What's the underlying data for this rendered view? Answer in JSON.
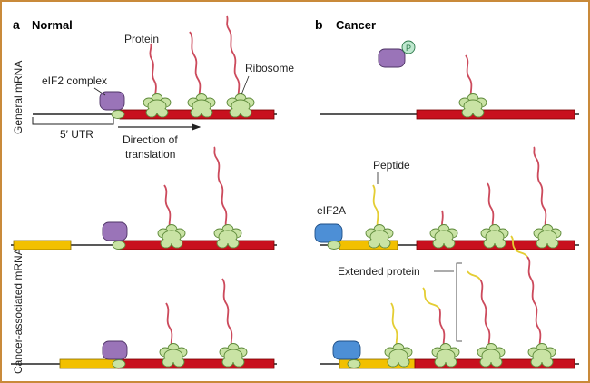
{
  "panels": {
    "a": {
      "letter": "a",
      "title": "Normal"
    },
    "b": {
      "letter": "b",
      "title": "Cancer"
    }
  },
  "row_labels": {
    "general": "General mRNA",
    "cancer": "Cancer-associated mRNA"
  },
  "labels": {
    "protein": "Protein",
    "ribosome": "Ribosome",
    "eif2_complex": "eIF2 complex",
    "utr": "5′ UTR",
    "direction_line1": "Direction of",
    "direction_line2": "translation",
    "peptide": "Peptide",
    "eif2a": "eIF2A",
    "extended_protein": "Extended protein",
    "phospho": "P"
  },
  "colors": {
    "border": "#c98a3a",
    "mrna_line": "#222222",
    "cds": "#c8101e",
    "uorf": "#f2c000",
    "ribosome": "#c9e3a4",
    "eif2": "#9a74b8",
    "eif2a": "#4d8fd6",
    "protein": "#cc4a5c",
    "peptide": "#e4cd33",
    "phospho": "#bfe8cf"
  }
}
